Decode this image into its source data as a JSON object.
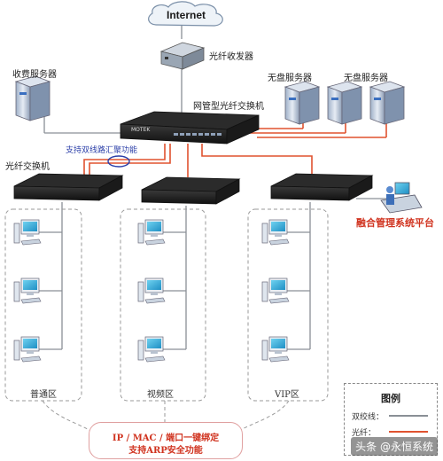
{
  "internet": {
    "label": "Internet"
  },
  "labels": {
    "fiber_transceiver": "光纤收发器",
    "billing_server": "收费服务器",
    "diskless_server_1": "无盘服务器",
    "diskless_server_2": "无盘服务器",
    "managed_fiber_switch": "网管型光纤交换机",
    "dual_link": "支持双线路汇聚功能",
    "fiber_switch": "光纤交换机",
    "platform": "融合管理系统平台",
    "switch_brand": "MOTEK"
  },
  "zones": [
    "普通区",
    "视频区",
    "VIP区"
  ],
  "legend": {
    "title": "图例",
    "twisted_pair": "双绞线：",
    "fiber": "光纤："
  },
  "note": {
    "line1": "IP / MAC / 端口一键绑定",
    "line2": "支持ARP安全功能"
  },
  "watermark": "头条 @永恒系统",
  "colors": {
    "fiber": "#e0522f",
    "twisted_pair": "#8a8f96",
    "accent_red": "#d0331f",
    "accent_blue": "#2a3ea8"
  }
}
